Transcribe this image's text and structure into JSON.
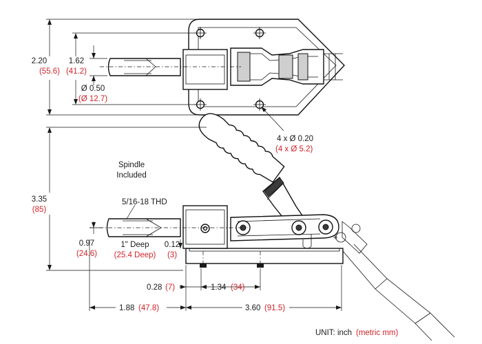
{
  "top_view": {
    "height": {
      "imperial": "2.20",
      "metric": "(55.6)"
    },
    "mount_spacing": {
      "imperial": "1.62",
      "metric": "(41.2)"
    },
    "spindle_dia": {
      "imperial": "Ø 0.50",
      "metric": "(Ø 12.7)"
    },
    "holes": {
      "imperial": "4 x Ø 0.20",
      "metric": "(4 x Ø 5.2)"
    }
  },
  "side_view": {
    "spindle_line1": "Spindle",
    "spindle_line2": "Included",
    "thread": "5/16-18 THD",
    "total_height": {
      "imperial": "3.35",
      "metric": "(85)"
    },
    "spindle_height": {
      "imperial": "0.97",
      "metric": "(24.6)"
    },
    "depth": {
      "imperial": "1\" Deep",
      "metric": "(25.4 Deep)"
    },
    "base_thickness": {
      "imperial": "0.12",
      "metric": "(3)"
    },
    "hole_offset": {
      "imperial": "0.28",
      "metric": "(7)"
    },
    "hole_spacing": {
      "imperial": "1.34",
      "metric": "(34)"
    },
    "stroke": {
      "imperial": "1.88",
      "metric": "(47.8)"
    },
    "base_length": {
      "imperial": "3.60",
      "metric": "(91.5)"
    }
  },
  "unit_note": {
    "label": "UNIT: inch",
    "metric": "(metric mm)"
  },
  "colors": {
    "metric_text": "#d2232a",
    "line": "#111111"
  }
}
